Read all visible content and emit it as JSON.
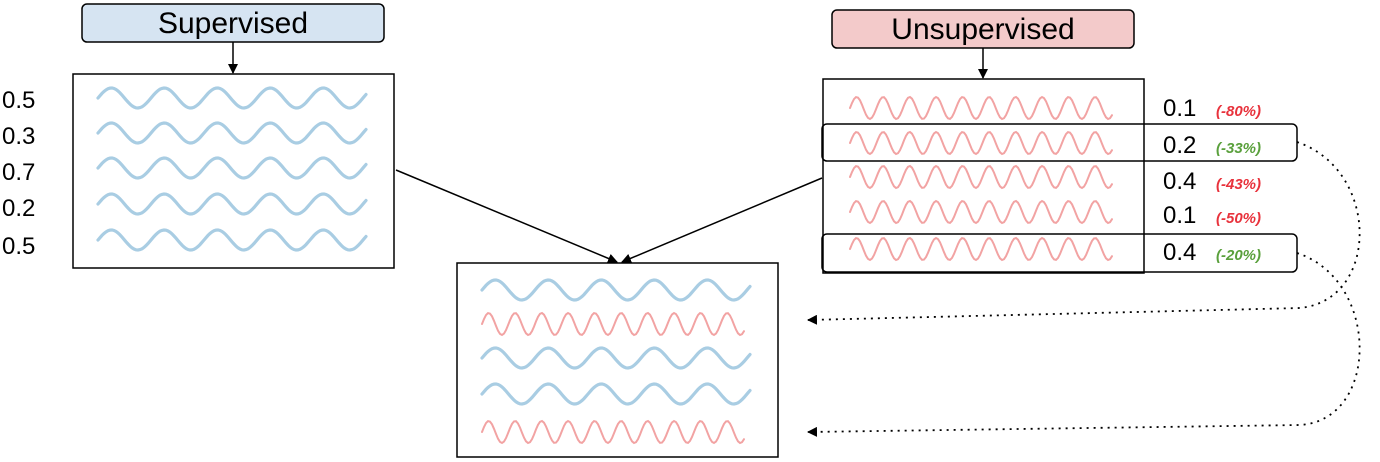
{
  "supervised": {
    "header": "Supervised",
    "color": "#d6e4f2",
    "wave_color": "#a9cde3",
    "weights": [
      "0.5",
      "0.3",
      "0.7",
      "0.2",
      "0.5"
    ]
  },
  "unsupervised": {
    "header": "Unsupervised",
    "color": "#f3caca",
    "wave_color": "#f2a3a3",
    "rows": [
      {
        "weight": "0.1",
        "change": "(-80%)",
        "selected": false,
        "change_color": "#e8323c"
      },
      {
        "weight": "0.2",
        "change": "(-33%)",
        "selected": true,
        "change_color": "#5aa03c"
      },
      {
        "weight": "0.4",
        "change": "(-43%)",
        "selected": false,
        "change_color": "#e8323c"
      },
      {
        "weight": "0.1",
        "change": "(-50%)",
        "selected": false,
        "change_color": "#e8323c"
      },
      {
        "weight": "0.4",
        "change": "(-20%)",
        "selected": true,
        "change_color": "#5aa03c"
      }
    ]
  },
  "merged": {
    "rows": [
      "supervised",
      "unsupervised",
      "supervised",
      "supervised",
      "unsupervised"
    ]
  }
}
